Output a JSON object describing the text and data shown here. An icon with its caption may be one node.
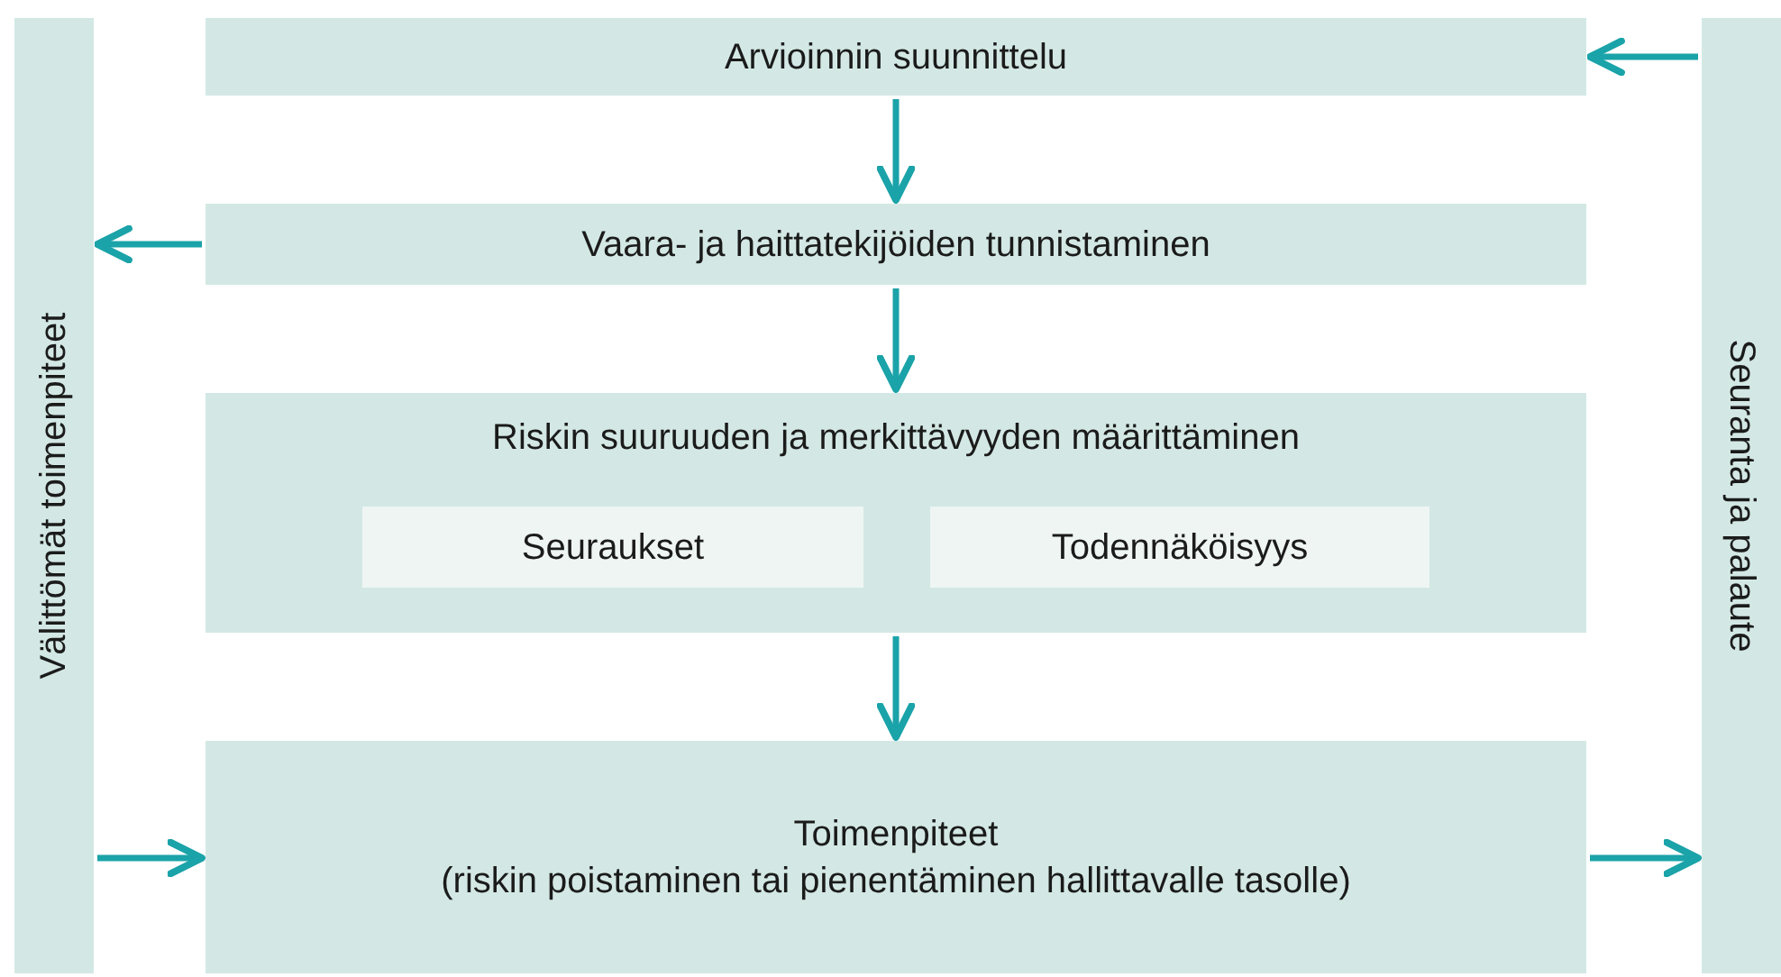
{
  "diagram": {
    "nodes": [
      {
        "text": [
          "Arvioinnin suunnittelu"
        ]
      },
      {
        "text": [
          "Vaara- ja haittatekijöiden tunnistaminen"
        ]
      },
      {
        "text": [
          "Riskin suuruuden ja merkittävyyden määrittäminen"
        ]
      },
      {
        "text": [
          "Seuraukset"
        ],
        "in": 2
      },
      {
        "text": [
          "Todennäköisyys"
        ],
        "in": 2
      },
      {
        "text": [
          "Toimenpiteet",
          "(riskin poistaminen tai pienentäminen hallittavalle tasolle)"
        ]
      },
      {
        "text": [
          "Välittömät toimenpiteet"
        ]
      },
      {
        "text": [
          "Seuranta ja palaute"
        ]
      }
    ],
    "edges": [
      {
        "from": 0,
        "to": 1,
        "arrow": "to"
      },
      {
        "from": 1,
        "to": 2,
        "arrow": "to"
      },
      {
        "from": 2,
        "to": 5,
        "arrow": "to"
      },
      {
        "from": 1,
        "to": 6,
        "arrow": "to"
      },
      {
        "from": 6,
        "to": 5,
        "arrow": "to"
      },
      {
        "from": 5,
        "to": 7,
        "arrow": "to"
      },
      {
        "from": 7,
        "to": 0,
        "arrow": "to"
      }
    ]
  }
}
